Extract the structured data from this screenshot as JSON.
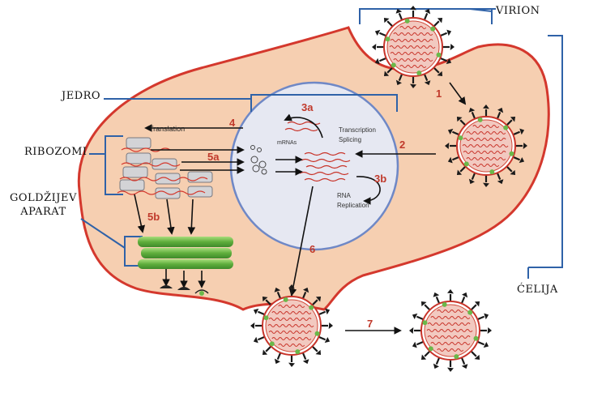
{
  "labels": {
    "virion": "VIRION",
    "celija": "ĆELIJA",
    "jedro": "JEDRO",
    "ribozomi": "RIBOZOMI",
    "goldzijev_line1": "GOLDŽIJEV",
    "goldzijev_line2": "APARAT"
  },
  "nucleus_text": {
    "transcription": "Transcription",
    "splicing": "Splicing",
    "mrnas": "mRNAs",
    "rna": "RNA",
    "replication": "Replication"
  },
  "translation_text": "Translation",
  "steps": {
    "s1": "1",
    "s2": "2",
    "s3a": "3a",
    "s3b": "3b",
    "s4": "4",
    "s5a": "5a",
    "s5b": "5b",
    "s6": "6",
    "s7": "7"
  },
  "colors": {
    "cell_fill": "#f6cfb1",
    "cell_border": "#d4382d",
    "nucleus_fill": "#e6e8f2",
    "nucleus_border": "#6f88c6",
    "bracket": "#2f62a8",
    "step_number": "#c0392b",
    "golgi": "#6bb84a",
    "virion_spike": "#1a1a1a",
    "virion_core": "#f2c9c0"
  }
}
